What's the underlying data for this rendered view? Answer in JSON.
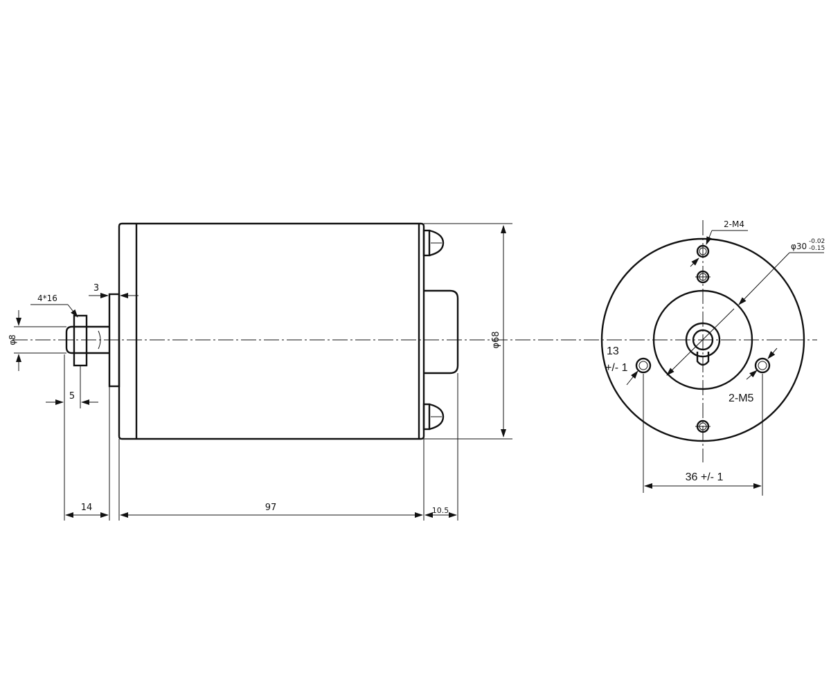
{
  "side_view": {
    "key_label": "4*16",
    "shaft_diameter_label": "φ8",
    "flange_thickness_label": "3",
    "key_offset_label": "5",
    "shaft_length_label": "14",
    "body_length_label": "97",
    "rear_length_label": "10.5",
    "body_diameter_label": "φ68"
  },
  "end_view": {
    "m4_label": "2-M4",
    "pilot_label": "φ30",
    "pilot_tol_upper": "-0.02",
    "pilot_tol_lower": "-0.15",
    "m5_label": "2-M5",
    "offset_value": "13",
    "offset_tol": "+/- 1",
    "spacing_label": "36  +/- 1"
  }
}
